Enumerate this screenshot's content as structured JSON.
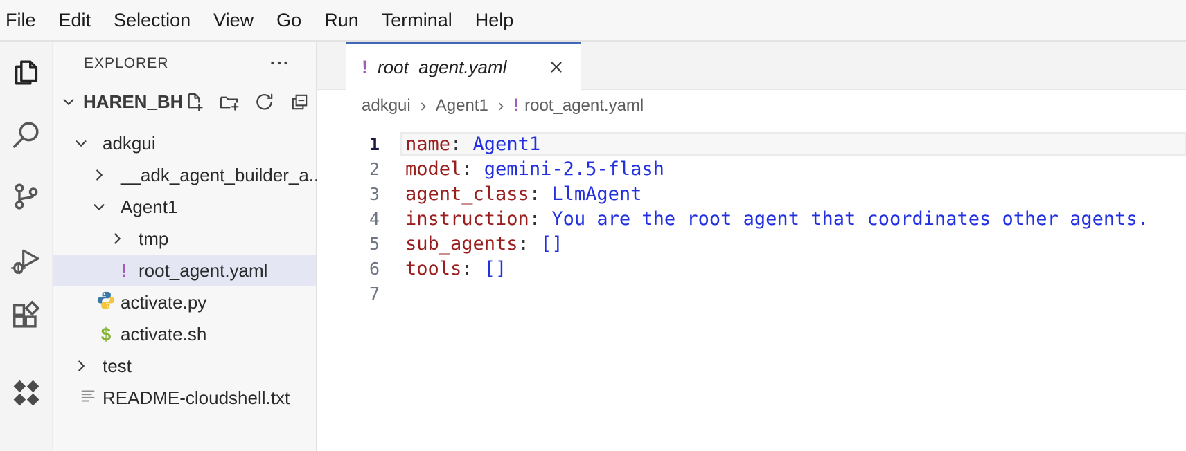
{
  "menu": {
    "items": [
      "File",
      "Edit",
      "Selection",
      "View",
      "Go",
      "Run",
      "Terminal",
      "Help"
    ]
  },
  "activity_bar": {
    "items": [
      {
        "name": "explorer",
        "icon": "files-icon",
        "active": true
      },
      {
        "name": "search",
        "icon": "search-icon",
        "active": false
      },
      {
        "name": "source-control",
        "icon": "source-control-icon",
        "active": false
      },
      {
        "name": "run-debug",
        "icon": "debug-icon",
        "active": false
      },
      {
        "name": "extensions",
        "icon": "extensions-icon",
        "active": false
      },
      {
        "name": "assistant",
        "icon": "diamonds-icon",
        "active": false
      }
    ]
  },
  "sidebar": {
    "title": "EXPLORER",
    "workspace": {
      "label": "HAREN_BH",
      "expanded": true,
      "actions": [
        {
          "name": "new-file",
          "icon": "new-file-icon"
        },
        {
          "name": "new-folder",
          "icon": "new-folder-icon"
        },
        {
          "name": "refresh",
          "icon": "refresh-icon"
        },
        {
          "name": "collapse-all",
          "icon": "collapse-all-icon"
        }
      ]
    },
    "tree": [
      {
        "label": "adkgui",
        "level": 1,
        "chevron": "down"
      },
      {
        "label": "__adk_agent_builder_a...",
        "level": 2,
        "chevron": "right"
      },
      {
        "label": "Agent1",
        "level": 2,
        "chevron": "down"
      },
      {
        "label": "tmp",
        "level": 3,
        "chevron": "right"
      },
      {
        "label": "root_agent.yaml",
        "level": 3,
        "icon": "yaml-warning-icon",
        "selected": true
      },
      {
        "label": "activate.py",
        "level": 2,
        "icon": "python-icon"
      },
      {
        "label": "activate.sh",
        "level": 2,
        "icon": "shell-icon"
      },
      {
        "label": "test",
        "level": 1,
        "chevron": "right"
      },
      {
        "label": "README-cloudshell.txt",
        "level": 1,
        "icon": "text-file-icon"
      }
    ]
  },
  "editor": {
    "tab": {
      "label": "root_agent.yaml",
      "icon": "yaml-warning-icon",
      "preview_italic": true
    },
    "breadcrumb": [
      {
        "label": "adkgui"
      },
      {
        "label": "Agent1"
      },
      {
        "label": "root_agent.yaml",
        "icon": "yaml-warning-icon"
      }
    ],
    "code": {
      "language": "yaml",
      "lines": [
        {
          "num": "1",
          "current": true,
          "tokens": [
            {
              "text": "name",
              "type": "key"
            },
            {
              "text": ": ",
              "type": "punct"
            },
            {
              "text": "Agent1",
              "type": "value"
            }
          ]
        },
        {
          "num": "2",
          "tokens": [
            {
              "text": "model",
              "type": "key"
            },
            {
              "text": ": ",
              "type": "punct"
            },
            {
              "text": "gemini-2.5-flash",
              "type": "value"
            }
          ]
        },
        {
          "num": "3",
          "tokens": [
            {
              "text": "agent_class",
              "type": "key"
            },
            {
              "text": ": ",
              "type": "punct"
            },
            {
              "text": "LlmAgent",
              "type": "value"
            }
          ]
        },
        {
          "num": "4",
          "tokens": [
            {
              "text": "instruction",
              "type": "key"
            },
            {
              "text": ": ",
              "type": "punct"
            },
            {
              "text": "You are the root agent that coordinates other agents.",
              "type": "value"
            }
          ]
        },
        {
          "num": "5",
          "tokens": [
            {
              "text": "sub_agents",
              "type": "key"
            },
            {
              "text": ": ",
              "type": "punct"
            },
            {
              "text": "[]",
              "type": "value"
            }
          ]
        },
        {
          "num": "6",
          "tokens": [
            {
              "text": "tools",
              "type": "key"
            },
            {
              "text": ": ",
              "type": "punct"
            },
            {
              "text": "[]",
              "type": "value"
            }
          ]
        },
        {
          "num": "7",
          "tokens": []
        }
      ]
    }
  },
  "colors": {
    "tab_accent": "#4168b4",
    "selection_row": "#e4e6f3",
    "yaml_key": "#9a1e1e",
    "yaml_value": "#2230e0",
    "warning_purple": "#a05cb8"
  }
}
